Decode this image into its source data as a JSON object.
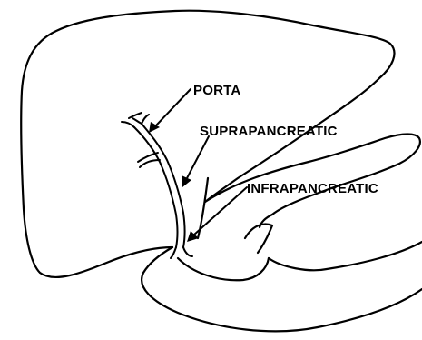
{
  "labels": {
    "porta": "PORTA",
    "suprapancreatic": "SUPRAPANCREATIC",
    "infrapancreatic": "INFRAPANCREATIC"
  },
  "colors": {
    "line": "#000000",
    "background": "#ffffff"
  }
}
